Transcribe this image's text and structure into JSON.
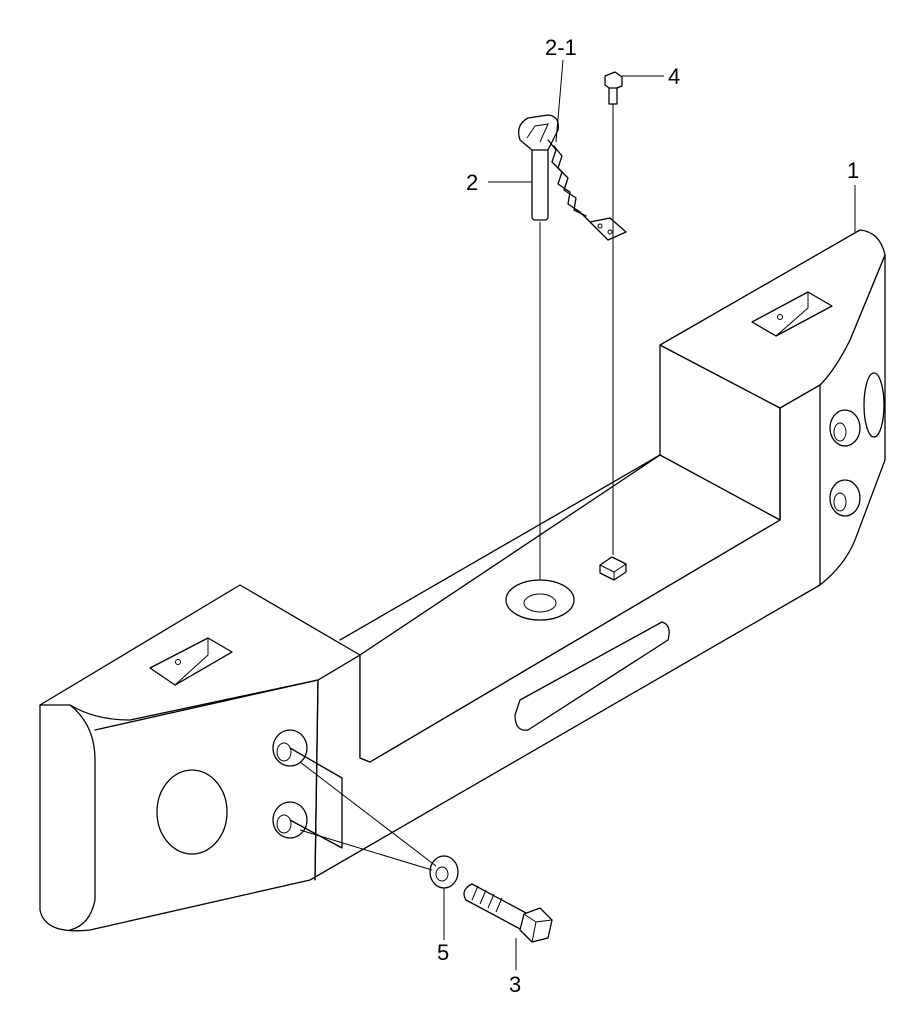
{
  "callouts": {
    "part_1": "1",
    "part_2": "2",
    "part_2_1": "2-1",
    "part_3": "3",
    "part_4": "4",
    "part_5": "5"
  }
}
